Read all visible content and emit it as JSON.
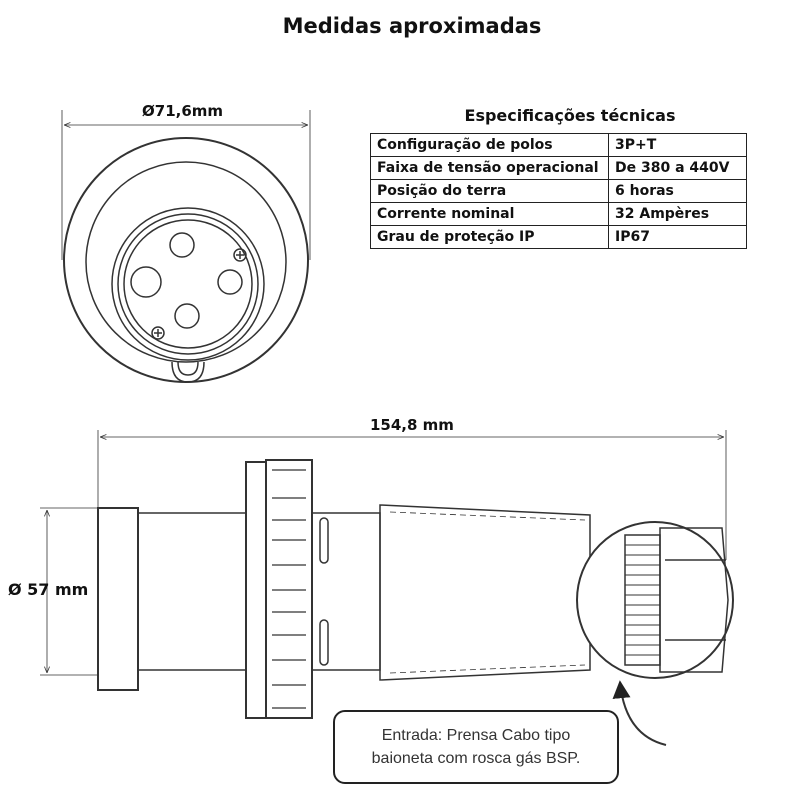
{
  "title": "Medidas aproximadas",
  "dimensions": {
    "front_diameter": "Ø71,6mm",
    "length": "154,8 mm",
    "side_diameter": "Ø 57 mm"
  },
  "specs": {
    "title": "Especificações técnicas",
    "rows": [
      {
        "label": "Configuração de polos",
        "value": "3P+T"
      },
      {
        "label": "Faixa de tensão operacional",
        "value": "De 380 a 440V"
      },
      {
        "label": "Posição do terra",
        "value": "6 horas"
      },
      {
        "label": "Corrente nominal",
        "value": "32 Ampères"
      },
      {
        "label": "Grau de proteção IP",
        "value": "IP67"
      }
    ]
  },
  "callout": {
    "line1": "Entrada: Prensa Cabo tipo",
    "line2": "baioneta com rosca gás BSP."
  }
}
